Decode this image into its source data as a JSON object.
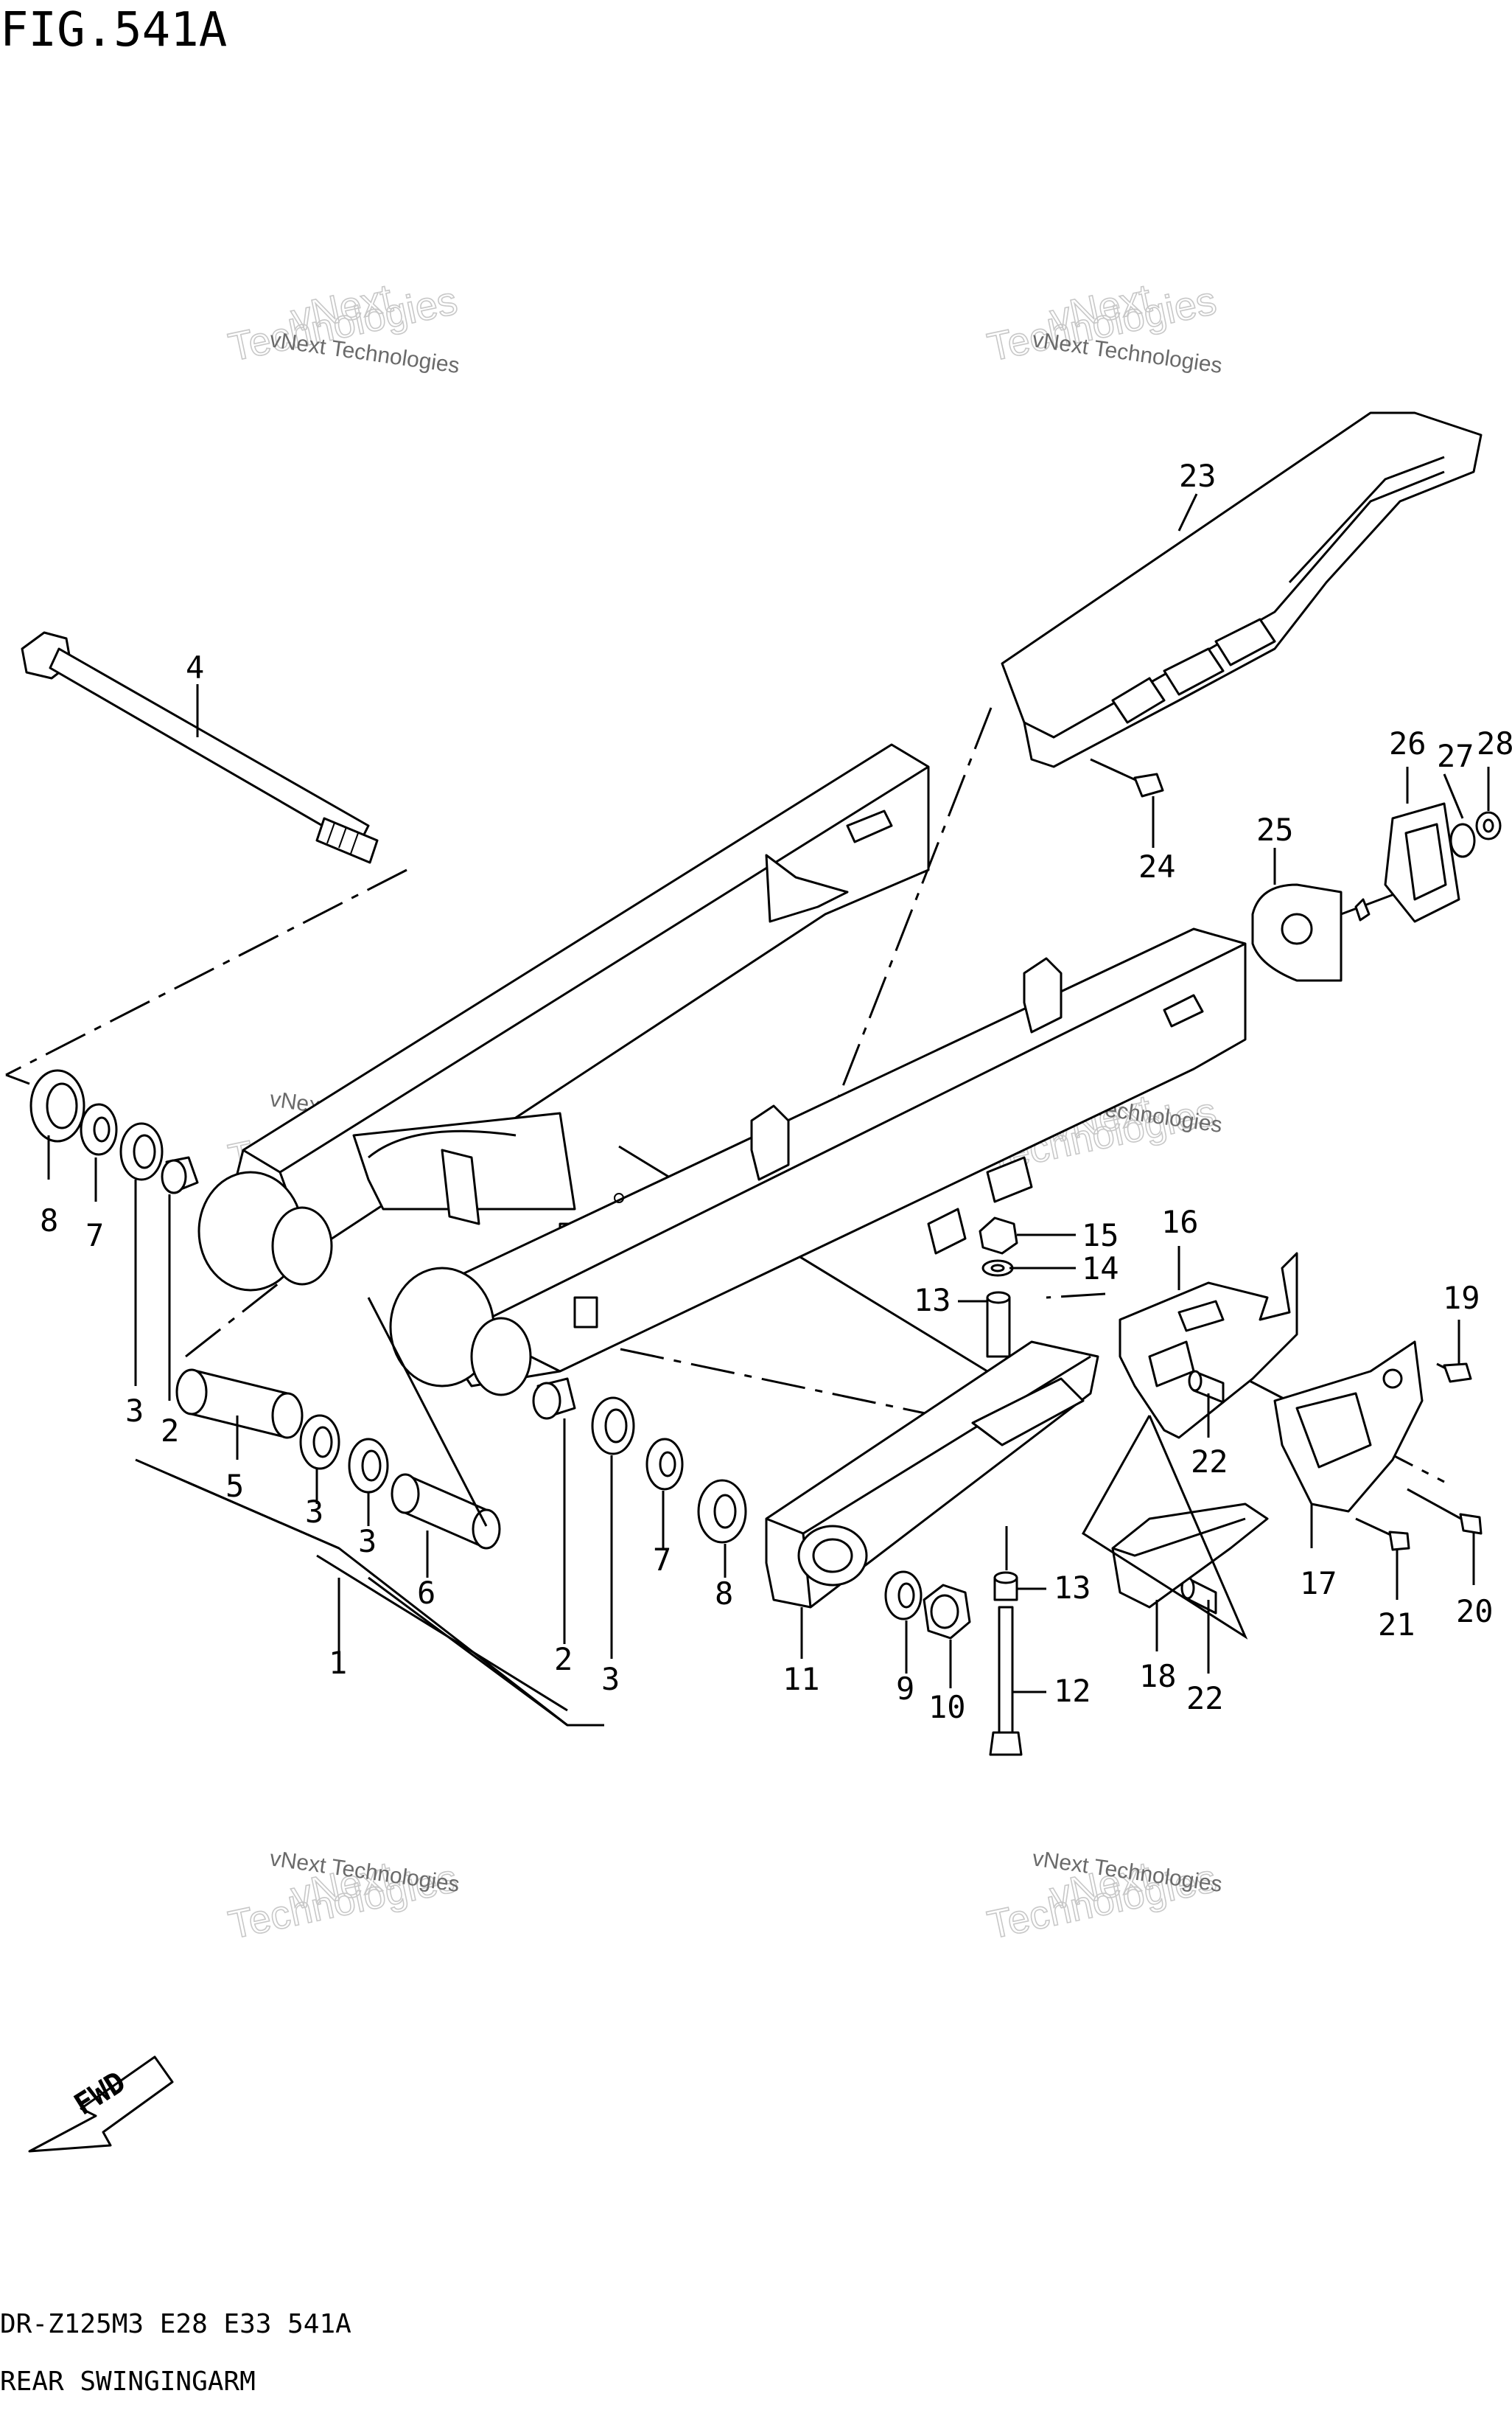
{
  "figure": {
    "title": "FIG.541A",
    "model_line": "DR-Z125M3  E28  E33  541A",
    "name": "REAR SWINGINGARM"
  },
  "watermark": {
    "small": "vNext Technologies",
    "large_line1": "vNext",
    "large_line2": "Technologies"
  },
  "fwd_label": "FWD",
  "callouts": {
    "c1": "1",
    "c2a": "2",
    "c2b": "2",
    "c3a": "3",
    "c3b": "3",
    "c3c": "3",
    "c3d": "3",
    "c4": "4",
    "c5": "5",
    "c6": "6",
    "c7a": "7",
    "c7b": "7",
    "c8a": "8",
    "c8b": "8",
    "c9": "9",
    "c10": "10",
    "c11": "11",
    "c12": "12",
    "c13a": "13",
    "c13b": "13",
    "c14": "14",
    "c15": "15",
    "c16": "16",
    "c17": "17",
    "c18": "18",
    "c19": "19",
    "c20": "20",
    "c21": "21",
    "c22a": "22",
    "c22b": "22",
    "c23": "23",
    "c24": "24",
    "c25": "25",
    "c26": "26",
    "c27": "27",
    "c28": "28"
  }
}
